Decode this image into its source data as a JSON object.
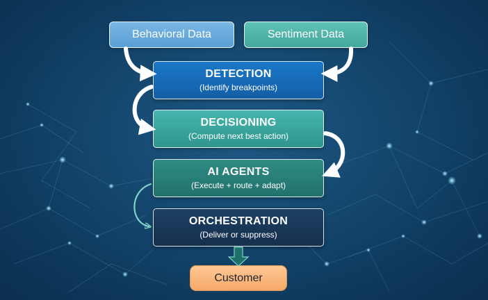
{
  "inputs": {
    "behavioral": "Behavioral Data",
    "sentiment": "Sentiment Data"
  },
  "stages": [
    {
      "title": "DETECTION",
      "subtitle": "(Identify breakpoints)"
    },
    {
      "title": "DECISIONING",
      "subtitle": "(Compute next best action)"
    },
    {
      "title": "AI AGENTS",
      "subtitle": "(Execute + route + adapt)"
    },
    {
      "title": "ORCHESTRATION",
      "subtitle": "(Deliver or suppress)"
    }
  ],
  "output": {
    "customer": "Customer"
  },
  "colors": {
    "behavioral": "#6aabdd",
    "sentiment": "#52b5aa",
    "detection": "#1868b4",
    "decisioning": "#3aa69e",
    "ai_agents": "#287f79",
    "orchestration": "#193756",
    "customer": "#f8b67c"
  }
}
